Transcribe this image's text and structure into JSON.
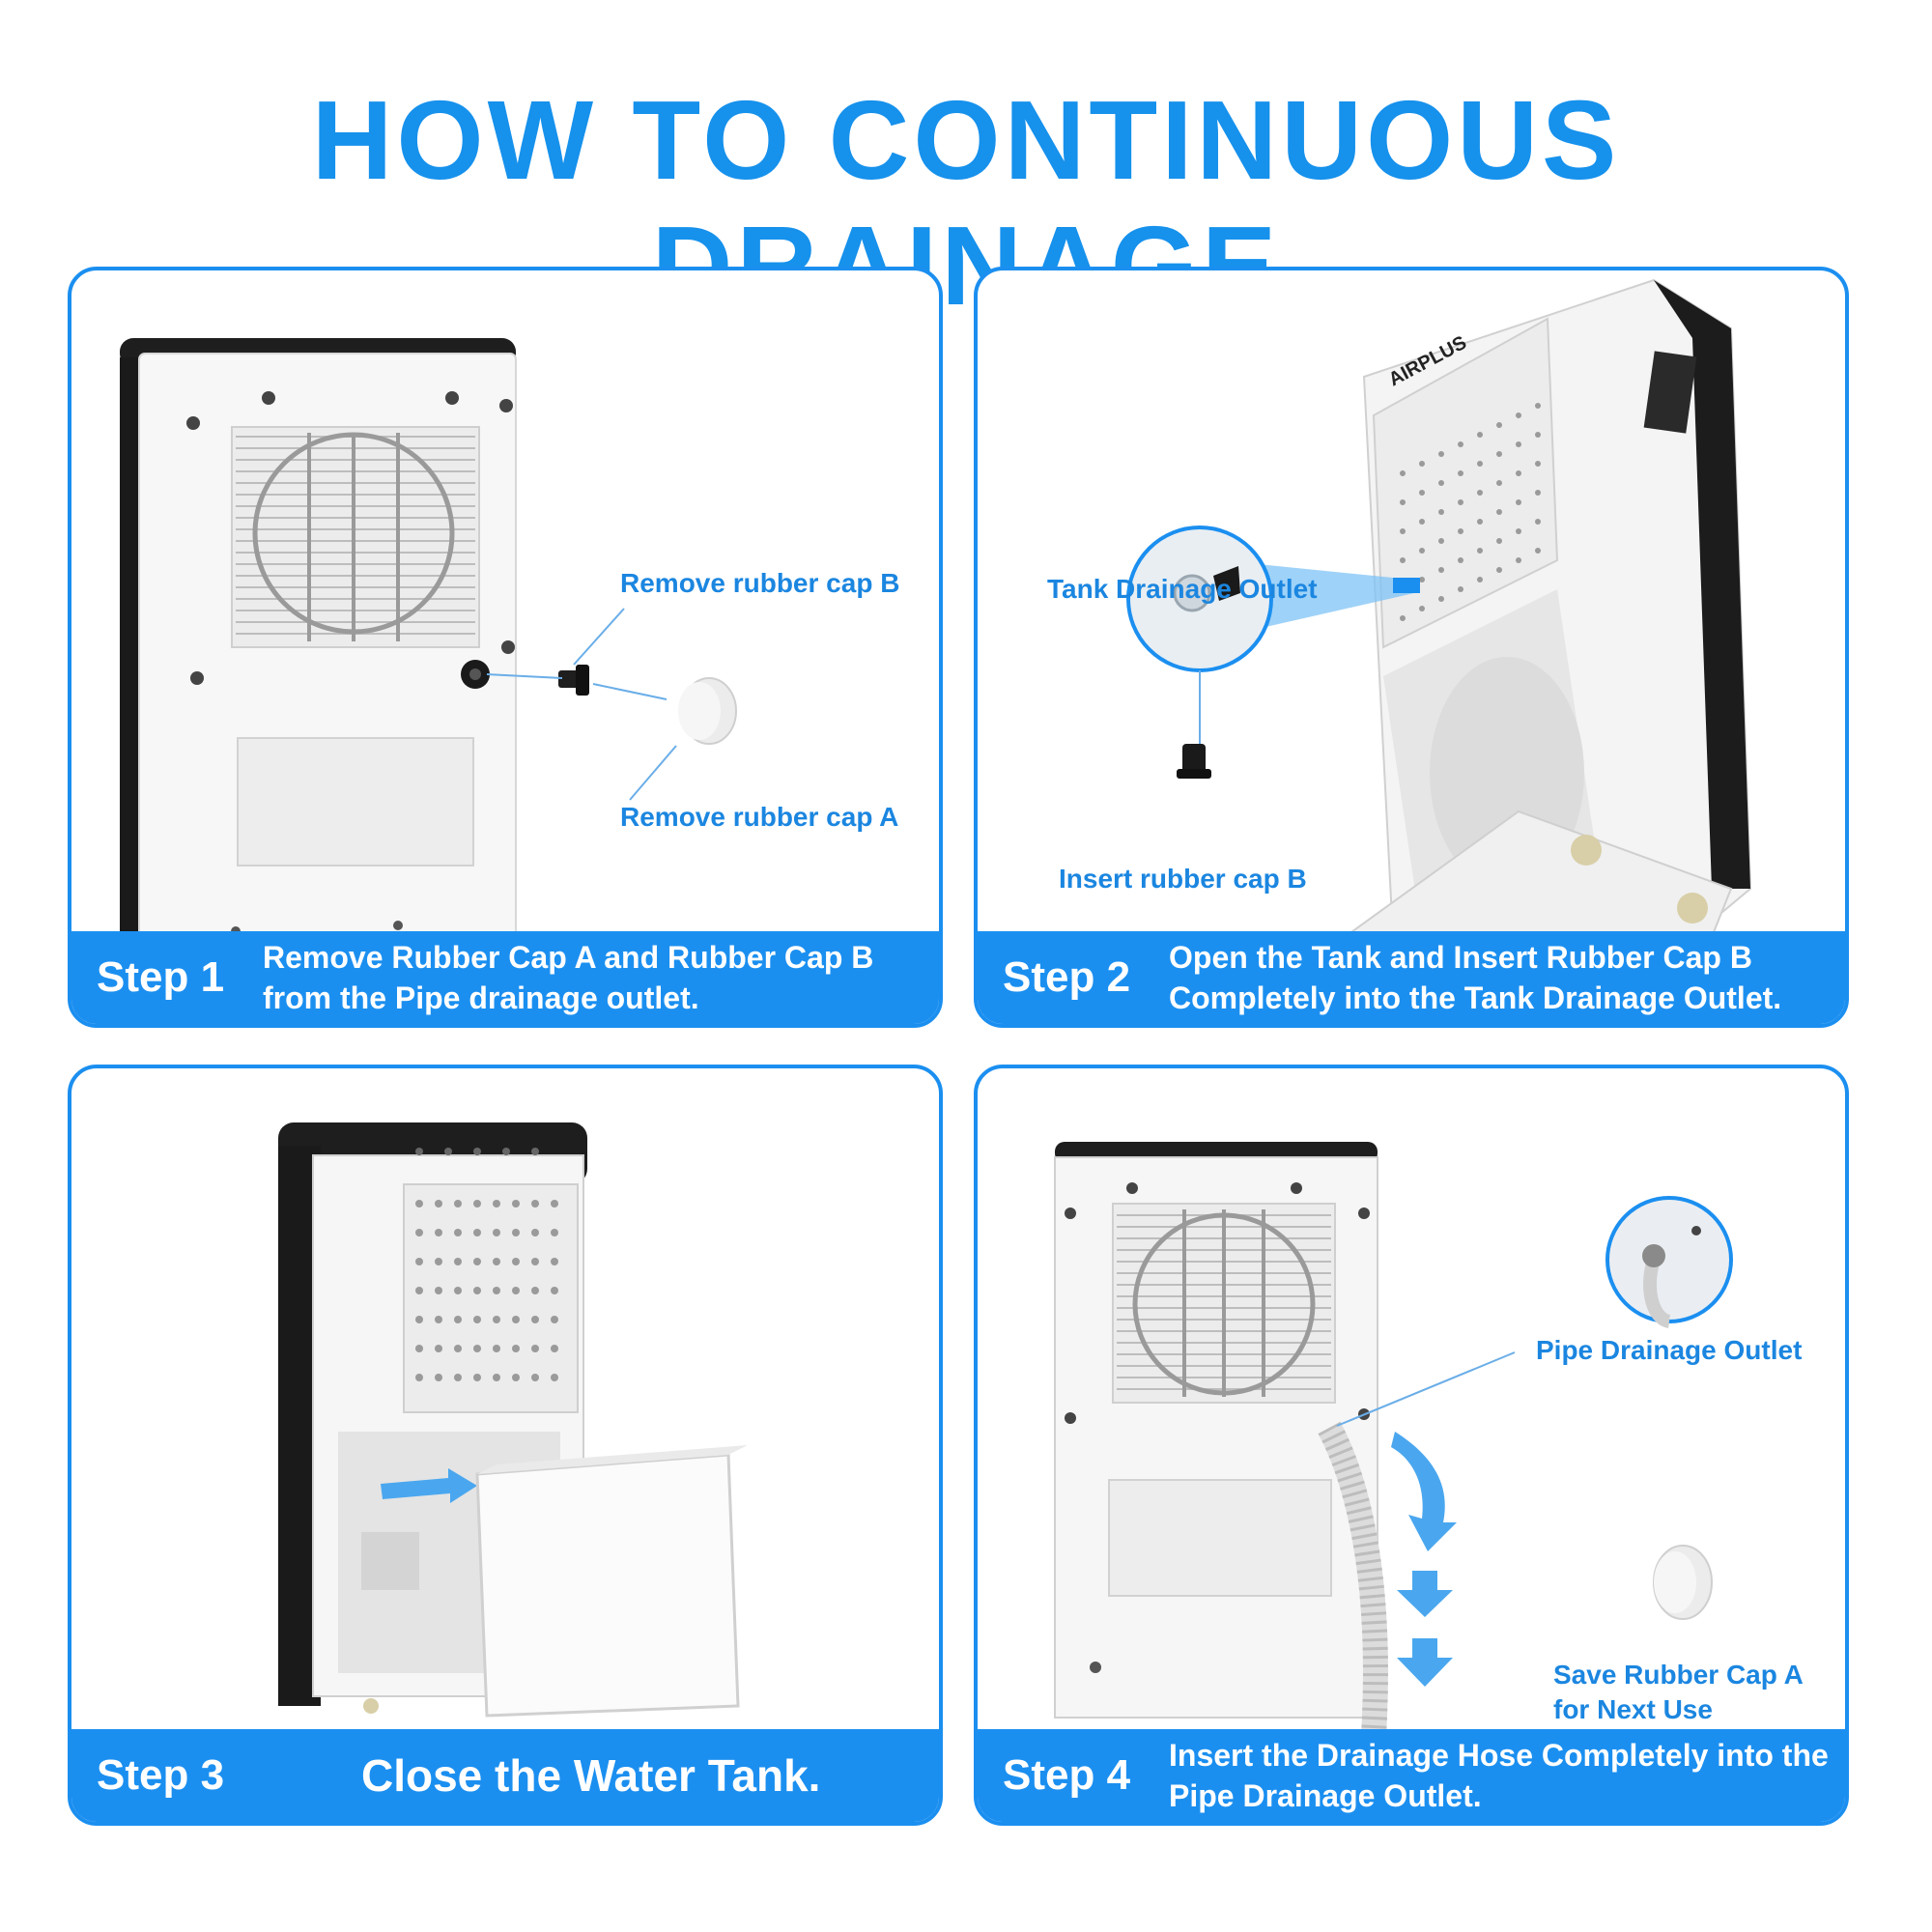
{
  "title": "HOW TO CONTINUOUS DRAINAGE",
  "brand_logo": "AIRPLUS",
  "colors": {
    "accent": "#1b8ff0",
    "title": "#1691ec",
    "callout": "#1b86e0"
  },
  "steps": [
    {
      "label": "Step 1",
      "text": "Remove Rubber Cap A and Rubber Cap B from the Pipe drainage outlet.",
      "callouts": [
        "Remove rubber cap B",
        "Remove rubber cap A"
      ]
    },
    {
      "label": "Step 2",
      "text": "Open the Tank and Insert Rubber Cap B Completely into the Tank Drainage Outlet.",
      "callouts": [
        "Tank Drainage Outlet",
        "Insert rubber cap B"
      ]
    },
    {
      "label": "Step 3",
      "text": "Close the Water Tank.",
      "callouts": []
    },
    {
      "label": "Step 4",
      "text": "Insert the Drainage Hose Completely into the Pipe Drainage Outlet.",
      "callouts": [
        "Pipe Drainage Outlet",
        "Save Rubber Cap A for Next Use"
      ]
    }
  ]
}
